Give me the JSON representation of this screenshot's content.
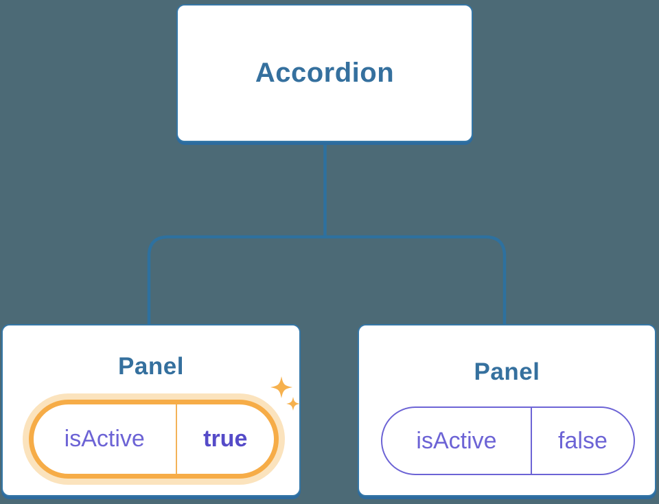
{
  "diagram": {
    "root": {
      "label": "Accordion"
    },
    "panels": [
      {
        "title": "Panel",
        "prop_name": "isActive",
        "prop_value": "true",
        "highlighted": true
      },
      {
        "title": "Panel",
        "prop_name": "isActive",
        "prop_value": "false",
        "highlighted": false
      }
    ],
    "icons": {
      "highlight": "sparkles-icon (two four-point stars)"
    },
    "colors": {
      "background": "#4C6A76",
      "card_border": "#3577A7",
      "card_shadow": "#2D6B9E",
      "connector": "#2E719F",
      "heading_blue": "#35709E",
      "prop_purple": "#6C63D5",
      "prop_purple_bold": "#554BC8",
      "highlight_orange": "#F6AC47",
      "highlight_glow": "#FBE3BD",
      "pill_divider_orange": "#F3B257",
      "sparkle_orange": "#F6B14E"
    }
  }
}
